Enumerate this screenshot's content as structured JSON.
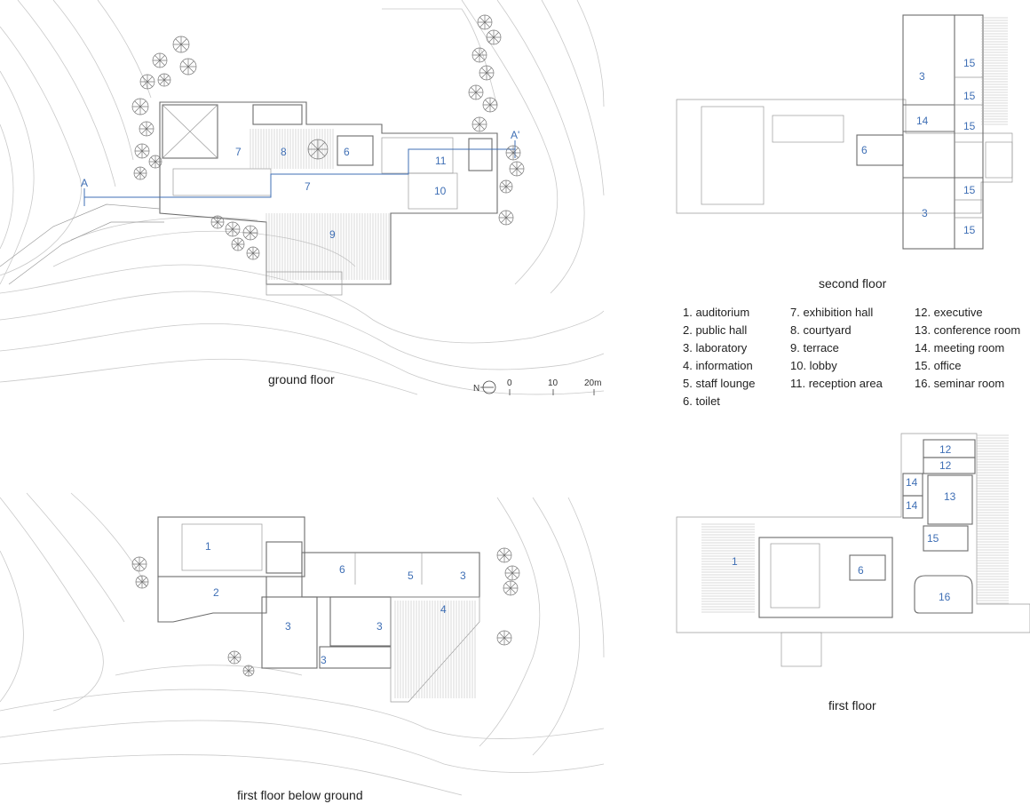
{
  "captions": {
    "ground": "ground floor",
    "second": "second floor",
    "first": "first floor",
    "below": "first floor below ground"
  },
  "legend": [
    [
      "1. auditorium",
      "2. public hall",
      "3. laboratory",
      "4. information",
      "5. staff lounge",
      "6. toilet"
    ],
    [
      "7. exhibition hall",
      "8. courtyard",
      "9. terrace",
      "10. lobby",
      "11. reception area"
    ],
    [
      "12. executive",
      "13. conference room",
      "14. meeting room",
      "15. office",
      "16. seminar room"
    ]
  ],
  "scale": {
    "north": "N",
    "ticks": [
      "0",
      "10",
      "20m"
    ]
  },
  "section_marks": [
    "A",
    "A'"
  ],
  "room_numbers": {
    "ground": [
      "7",
      "8",
      "6",
      "11",
      "10",
      "7",
      "9"
    ],
    "second": [
      "3",
      "15",
      "15",
      "14",
      "15",
      "6",
      "15",
      "3",
      "15"
    ],
    "first": [
      "12",
      "12",
      "14",
      "13",
      "14",
      "15",
      "1",
      "6",
      "16"
    ],
    "below": [
      "1",
      "6",
      "5",
      "3",
      "2",
      "4",
      "3",
      "3",
      "3"
    ]
  },
  "colors": {
    "accent": "#3f6fb5",
    "line": "#6b6b6b",
    "contour": "#c9c9c9"
  }
}
